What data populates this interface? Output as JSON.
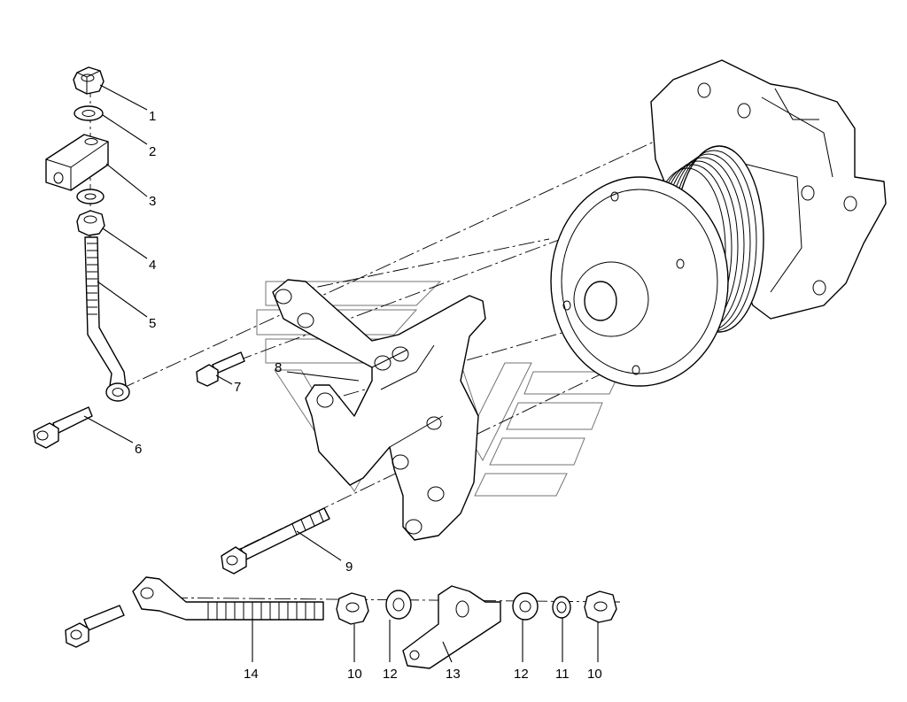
{
  "callouts": [
    {
      "id": "c1",
      "text": "1"
    },
    {
      "id": "c2",
      "text": "2"
    },
    {
      "id": "c3",
      "text": "3"
    },
    {
      "id": "c4",
      "text": "4"
    },
    {
      "id": "c5",
      "text": "5"
    },
    {
      "id": "c6",
      "text": "6"
    },
    {
      "id": "c7",
      "text": "7"
    },
    {
      "id": "c8",
      "text": "8"
    },
    {
      "id": "c9",
      "text": "9"
    },
    {
      "id": "c14",
      "text": "14"
    },
    {
      "id": "c10a",
      "text": "10"
    },
    {
      "id": "c12a",
      "text": "12"
    },
    {
      "id": "c13",
      "text": "13"
    },
    {
      "id": "c12b",
      "text": "12"
    },
    {
      "id": "c11",
      "text": "11"
    },
    {
      "id": "c10b",
      "text": "10"
    }
  ]
}
